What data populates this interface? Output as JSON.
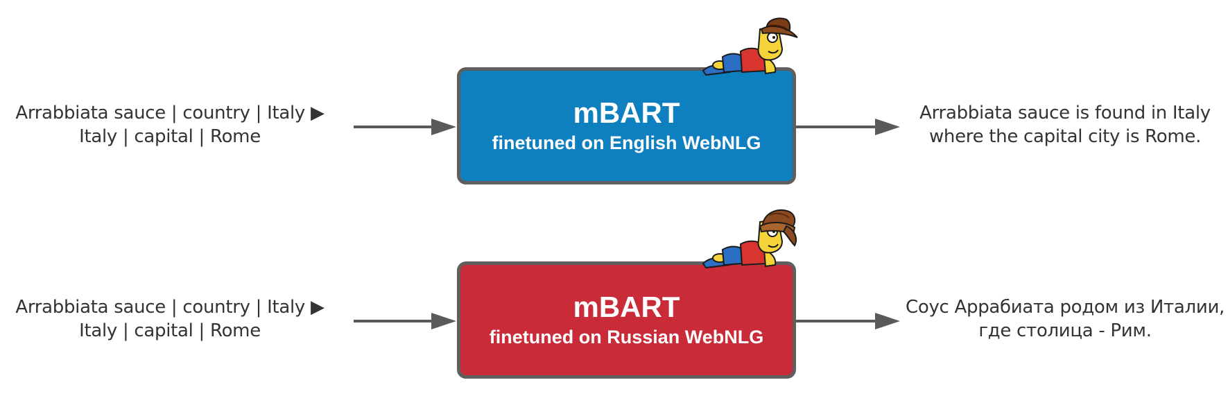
{
  "rows": [
    {
      "input": {
        "line1": "Arrabbiata sauce | country | Italy ▶",
        "line2": "Italy | capital | Rome"
      },
      "model": {
        "name": "mBART",
        "subtitle": "finetuned on English WebNLG",
        "color": "#0e7fbf"
      },
      "output": {
        "line1": "Arrabbiata sauce is found in Italy",
        "line2": "where the capital city is Rome."
      },
      "mascot_hat": "cowboy-hat"
    },
    {
      "input": {
        "line1": "Arrabbiata sauce | country | Italy ▶",
        "line2": "Italy | capital | Rome"
      },
      "model": {
        "name": "mBART",
        "subtitle": "finetuned on Russian WebNLG",
        "color": "#c92c38"
      },
      "output": {
        "line1": "Соус Аррабиата родом из Италии,",
        "line2": "где столица - Рим."
      },
      "mascot_hat": "ushanka-hat"
    }
  ],
  "colors": {
    "arrow": "#5a5a5a",
    "border": "#5f5f5f",
    "text": "#333333"
  }
}
